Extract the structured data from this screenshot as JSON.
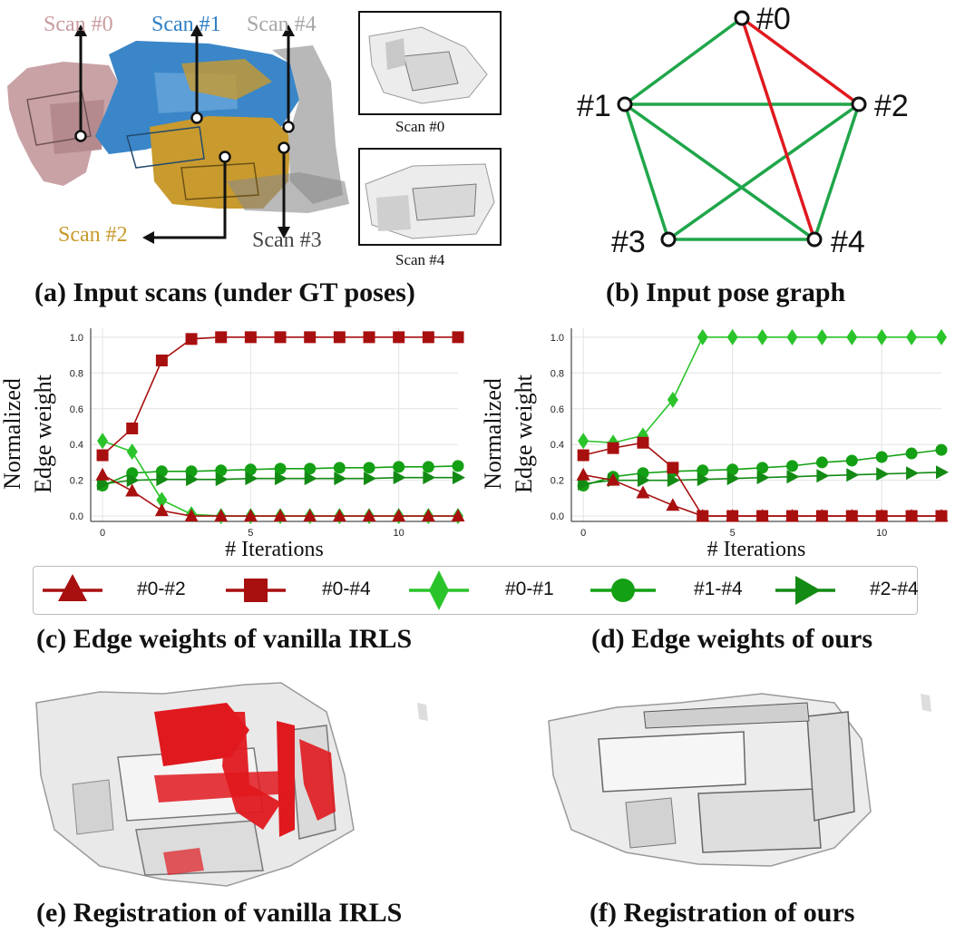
{
  "panel_a": {
    "scan_labels": [
      "Scan #0",
      "Scan #1",
      "Scan #4",
      "Scan #2",
      "Scan #3"
    ],
    "scan_colors": [
      "#c99ca0",
      "#2f7fc4",
      "#a7a7a7",
      "#c79a2b",
      "#444444"
    ],
    "thumb_labels": [
      "Scan #0",
      "Scan #4"
    ],
    "caption": "(a) Input scans (under GT poses)"
  },
  "panel_b": {
    "nodes": [
      "#0",
      "#1",
      "#2",
      "#3",
      "#4"
    ],
    "inlier_color": "#1fa64a",
    "outlier_color": "#e0191f",
    "caption": "(b) Input pose graph"
  },
  "panel_c": {
    "caption": "(c) Edge weights of vanilla IRLS"
  },
  "panel_d": {
    "caption": "(d) Edge weights of ours"
  },
  "panel_e": {
    "caption": "(e) Registration of vanilla IRLS"
  },
  "panel_f": {
    "caption": "(f) Registration of ours"
  },
  "legend": [
    {
      "label": "#0-#2",
      "marker": "triangle-up",
      "color": "#a80f0f"
    },
    {
      "label": "#0-#4",
      "marker": "square",
      "color": "#a80f0f"
    },
    {
      "label": "#0-#1",
      "marker": "diamond",
      "color": "#2ac42a"
    },
    {
      "label": "#1-#4",
      "marker": "circle",
      "color": "#14a014"
    },
    {
      "label": "#2-#4",
      "marker": "triangle-right",
      "color": "#138a13"
    }
  ],
  "chart_data": [
    {
      "type": "line",
      "ylabel": "Normalized\nEdge weight",
      "xlabel": "# Iterations",
      "xlim": [
        -0.4,
        12
      ],
      "ylim": [
        -0.03,
        1.05
      ],
      "xticks": [
        0,
        5,
        10
      ],
      "yticks": [
        0.0,
        0.2,
        0.4,
        0.6,
        0.8,
        1.0
      ],
      "grid": true,
      "x": [
        0,
        1,
        2,
        3,
        4,
        5,
        6,
        7,
        8,
        9,
        10,
        11,
        12
      ],
      "series": [
        {
          "name": "#0-#2",
          "values": [
            0.23,
            0.14,
            0.03,
            0.0,
            0.0,
            0.0,
            0.0,
            0.0,
            0.0,
            0.0,
            0.0,
            0.0,
            0.0
          ]
        },
        {
          "name": "#0-#4",
          "values": [
            0.34,
            0.49,
            0.87,
            0.99,
            1.0,
            1.0,
            1.0,
            1.0,
            1.0,
            1.0,
            1.0,
            1.0,
            1.0
          ]
        },
        {
          "name": "#0-#1",
          "values": [
            0.42,
            0.36,
            0.09,
            0.01,
            0.0,
            0.0,
            0.0,
            0.0,
            0.0,
            0.0,
            0.0,
            0.0,
            0.0
          ]
        },
        {
          "name": "#1-#4",
          "values": [
            0.17,
            0.24,
            0.25,
            0.25,
            0.255,
            0.26,
            0.265,
            0.265,
            0.27,
            0.27,
            0.275,
            0.275,
            0.28
          ]
        },
        {
          "name": "#2-#4",
          "values": [
            0.18,
            0.2,
            0.205,
            0.205,
            0.205,
            0.21,
            0.21,
            0.21,
            0.21,
            0.21,
            0.215,
            0.215,
            0.215
          ]
        }
      ]
    },
    {
      "type": "line",
      "ylabel": "Normalized\nEdge weight",
      "xlabel": "# Iterations",
      "xlim": [
        -0.4,
        12
      ],
      "ylim": [
        -0.03,
        1.05
      ],
      "xticks": [
        0,
        5,
        10
      ],
      "yticks": [
        0.0,
        0.2,
        0.4,
        0.6,
        0.8,
        1.0
      ],
      "grid": true,
      "x": [
        0,
        1,
        2,
        3,
        4,
        5,
        6,
        7,
        8,
        9,
        10,
        11,
        12
      ],
      "series": [
        {
          "name": "#0-#2",
          "values": [
            0.23,
            0.2,
            0.13,
            0.06,
            0.0,
            0.0,
            0.0,
            0.0,
            0.0,
            0.0,
            0.0,
            0.0,
            0.0
          ]
        },
        {
          "name": "#0-#4",
          "values": [
            0.34,
            0.38,
            0.41,
            0.27,
            0.0,
            0.0,
            0.0,
            0.0,
            0.0,
            0.0,
            0.0,
            0.0,
            0.0
          ]
        },
        {
          "name": "#0-#1",
          "values": [
            0.42,
            0.41,
            0.45,
            0.65,
            1.0,
            1.0,
            1.0,
            1.0,
            1.0,
            1.0,
            1.0,
            1.0,
            1.0
          ]
        },
        {
          "name": "#1-#4",
          "values": [
            0.17,
            0.22,
            0.24,
            0.25,
            0.255,
            0.26,
            0.27,
            0.28,
            0.3,
            0.31,
            0.33,
            0.35,
            0.37
          ]
        },
        {
          "name": "#2-#4",
          "values": [
            0.18,
            0.2,
            0.2,
            0.2,
            0.205,
            0.21,
            0.215,
            0.22,
            0.225,
            0.23,
            0.235,
            0.24,
            0.245
          ]
        }
      ]
    }
  ]
}
